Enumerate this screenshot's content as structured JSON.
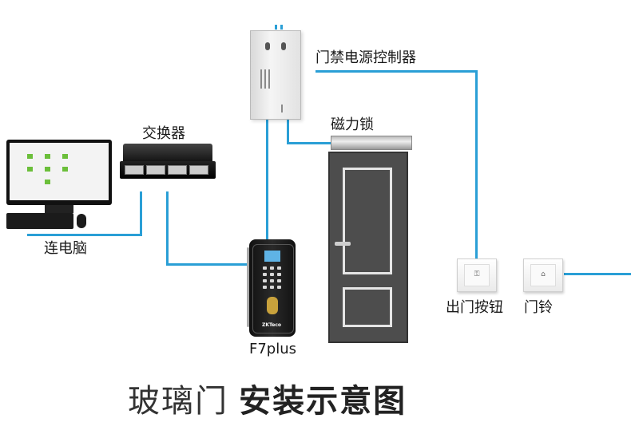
{
  "labels": {
    "power_controller": "门禁电源控制器",
    "switch": "交换器",
    "magnetic_lock": "磁力锁",
    "computer": "连电脑",
    "terminal": "F7plus",
    "exit_button": "出门按钮",
    "doorbell": "门铃"
  },
  "title": {
    "light": "玻璃门",
    "bold": "安装示意图"
  },
  "terminal_logo": "ZKTeco",
  "colors": {
    "wire": "#2a9fd6",
    "door": "#4d4d4d",
    "lock": "#c9a23c"
  },
  "icons": {
    "exit_button_glyph": "key-icon",
    "doorbell_glyph": "bell-icon"
  }
}
